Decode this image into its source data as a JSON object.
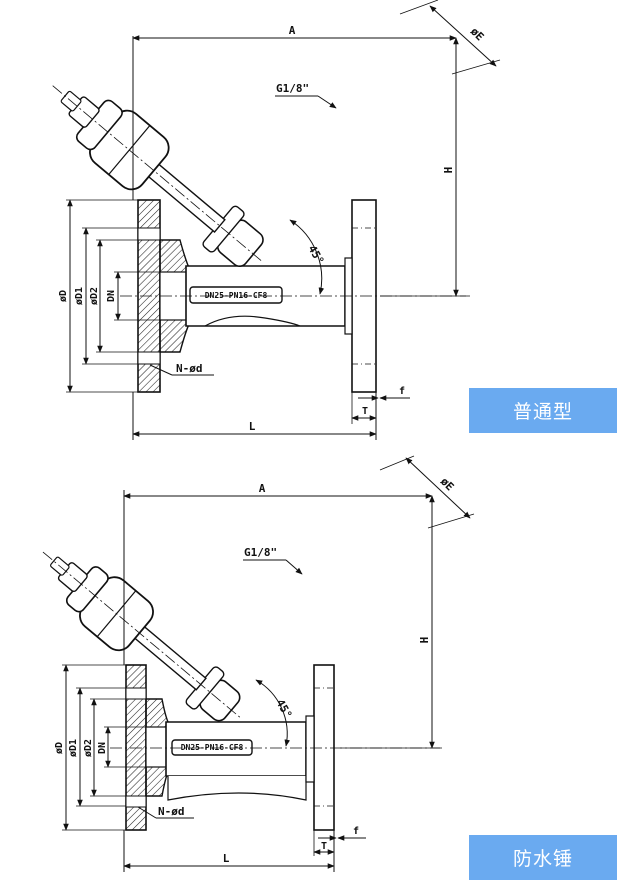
{
  "drawings": [
    {
      "id": "standard",
      "dims": {
        "A": "A",
        "E": "øE",
        "H": "H",
        "L": "L",
        "T": "T",
        "f": "f",
        "D": "øD",
        "D1": "øD1",
        "D2": "øD2",
        "DN": "DN",
        "port": "G1/8\"",
        "holes": "N-ød",
        "angle": "45°"
      },
      "nameplate": "DN25-PN16-CF8",
      "badge": "普通型"
    },
    {
      "id": "anti-water-hammer",
      "dims": {
        "A": "A",
        "E": "øE",
        "H": "H",
        "L": "L",
        "T": "T",
        "f": "f",
        "D": "øD",
        "D1": "øD1",
        "D2": "øD2",
        "DN": "DN",
        "port": "G1/8\"",
        "holes": "N-ød",
        "angle": "45°"
      },
      "nameplate": "DN25-PN16-CF8",
      "badge": "防水锤"
    }
  ],
  "colors": {
    "badge_bg": "#6aaaf0",
    "badge_text": "#ffffff",
    "line": "#111111",
    "hatch": "#222222"
  }
}
